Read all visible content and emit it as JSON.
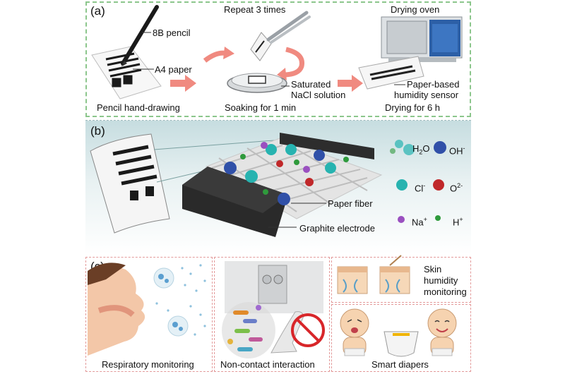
{
  "panel_a": {
    "label": "(a)",
    "repeat_text": "Repeat 3 times",
    "drying_oven_text": "Drying oven",
    "pencil_label": "8B pencil",
    "paper_label": "A4 paper",
    "nacl_label_1": "Saturated",
    "nacl_label_2": "NaCl solution",
    "sensor_label_1": "Paper-based",
    "sensor_label_2": "humidity sensor",
    "step1_caption": "Pencil hand-drawing",
    "step2_caption": "Soaking for 1 min",
    "step3_caption": "Drying for 6 h"
  },
  "panel_b": {
    "label": "(b)",
    "paper_fiber_label": "Paper fiber",
    "graphite_label": "Graphite electrode",
    "legend": {
      "h2o": "H",
      "h2o_sub": "2",
      "h2o_tail": "O",
      "oh": "OH",
      "oh_sup": "-",
      "cl": "Cl",
      "cl_sup": "-",
      "o2": "O",
      "o2_sup": "2-",
      "na": "Na",
      "na_sup": "+",
      "h": "H",
      "h_sup": "+"
    }
  },
  "panel_c": {
    "label": "(c)",
    "respiratory_caption": "Respiratory monitoring",
    "noncontact_caption": "Non-contact interaction",
    "skin_caption_1": "Skin",
    "skin_caption_2": "humidity",
    "skin_caption_3": "monitoring",
    "diapers_caption": "Smart diapers"
  },
  "colors": {
    "green_dash": "#8cc68c",
    "red_dash": "#e39a9a",
    "arrow": "#f08a80",
    "teal_bg": "#cfe3e5",
    "cl_ion": "#27b3b0",
    "oh_ion": "#3050a8",
    "o2_ion": "#c0282a",
    "na_ion": "#9a50c0",
    "h_ion": "#2f9a3c"
  }
}
